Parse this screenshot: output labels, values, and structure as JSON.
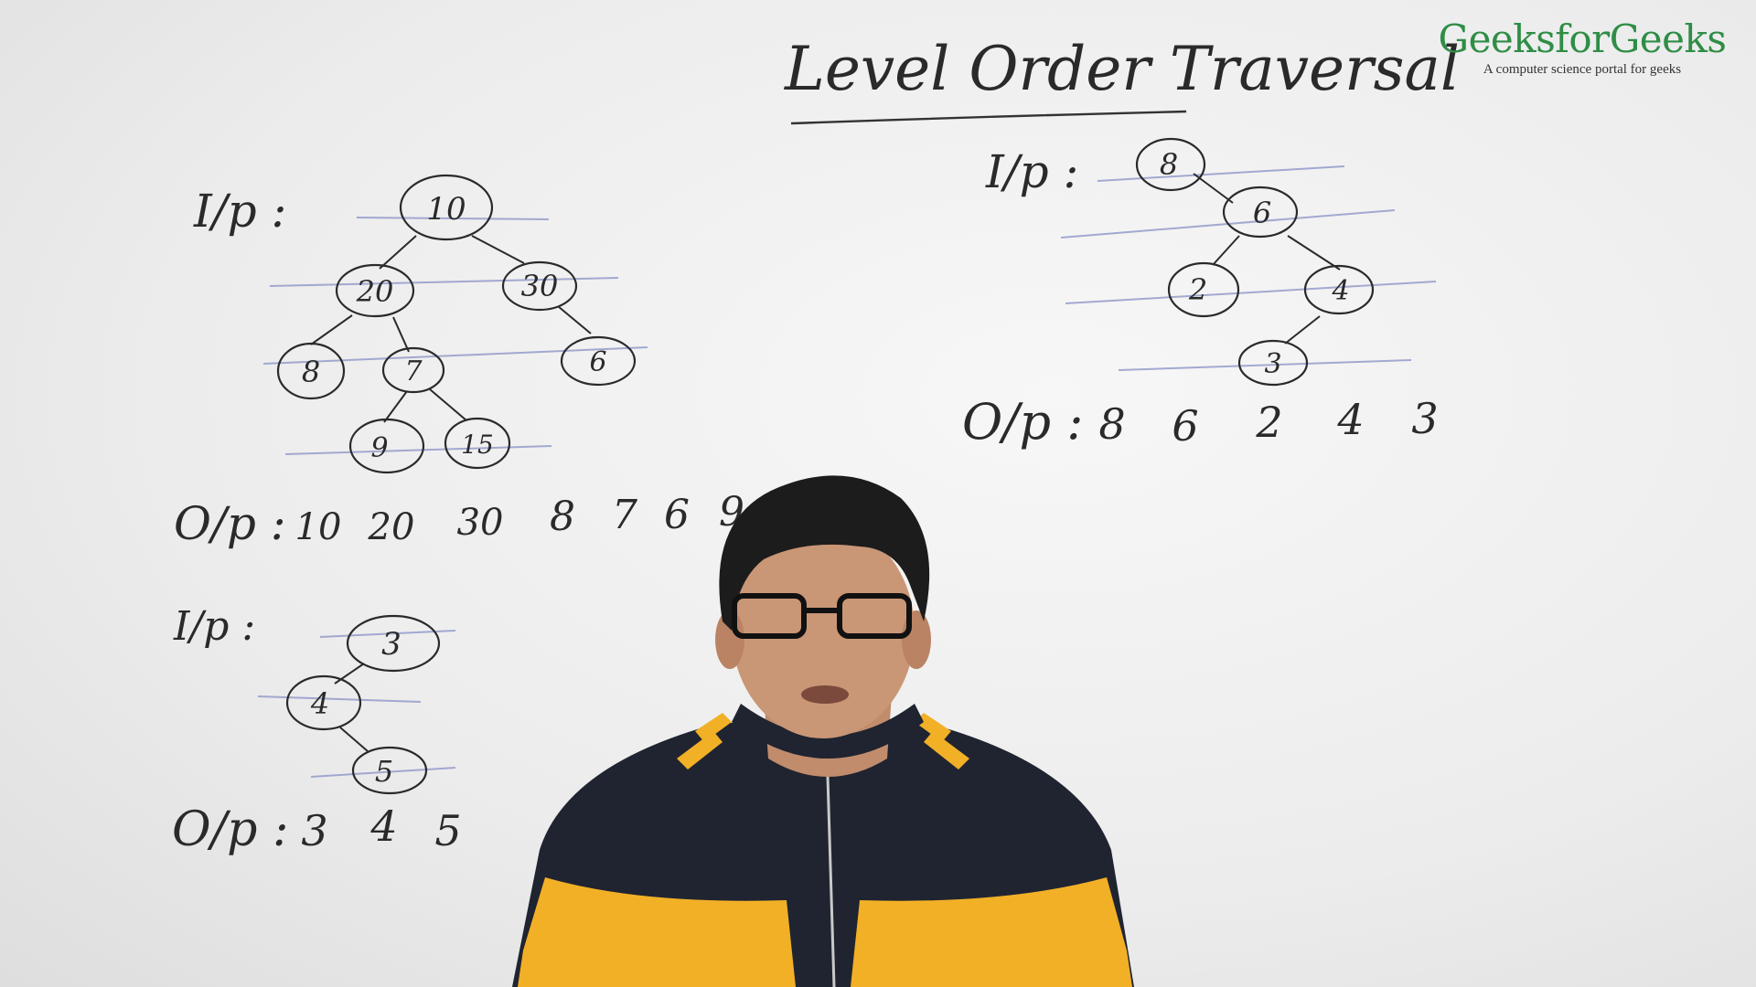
{
  "branding": {
    "name": "GeeksforGeeks",
    "tagline": "A computer science portal for geeks",
    "brand_color": "#2f8d46"
  },
  "board": {
    "title": "Level Order Traversal",
    "example1": {
      "input_label": "I/p :",
      "nodes": [
        "10",
        "20",
        "30",
        "8",
        "7",
        "6",
        "9",
        "15"
      ],
      "output_label": "O/p :",
      "output": [
        "10",
        "20",
        "30",
        "8",
        "7",
        "6",
        "9"
      ]
    },
    "example2": {
      "input_label": "I/p :",
      "nodes": [
        "3",
        "4",
        "5"
      ],
      "output_label": "O/p :",
      "output": [
        "3",
        "4",
        "5"
      ]
    },
    "example3": {
      "input_label": "I/p :",
      "nodes": [
        "8",
        "6",
        "2",
        "4",
        "3"
      ],
      "output_label": "O/p :",
      "output": [
        "8",
        "6",
        "2",
        "4",
        "3"
      ]
    }
  },
  "presenter": {
    "sweater_colors": [
      "#1f2430",
      "#f2b027"
    ]
  }
}
